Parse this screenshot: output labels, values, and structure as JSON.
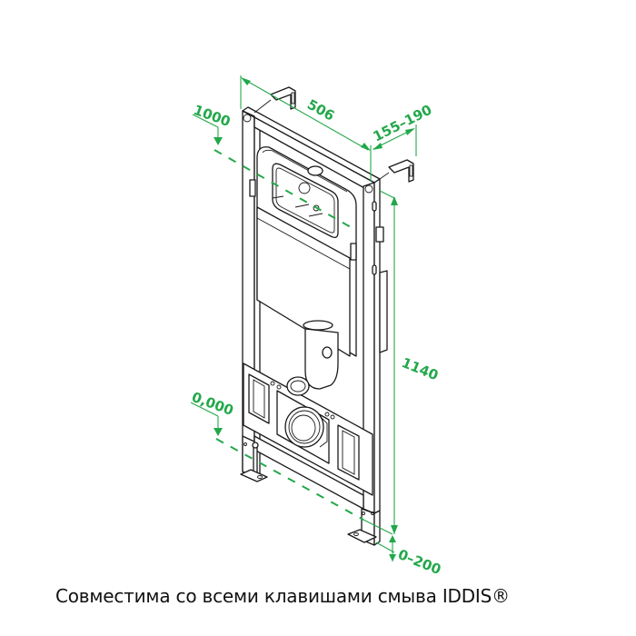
{
  "colors": {
    "dimension": "#22a84a",
    "outline": "#1a1a1a",
    "background": "#ffffff",
    "caption": "#111111"
  },
  "dimensions": {
    "width": "506",
    "depth": "155–190",
    "top_level": "1000",
    "height": "1140",
    "floor_level": "0,000",
    "leg_extension": "0–200"
  },
  "caption": "Совместима со всеми клавишами смыва IDDIS®"
}
